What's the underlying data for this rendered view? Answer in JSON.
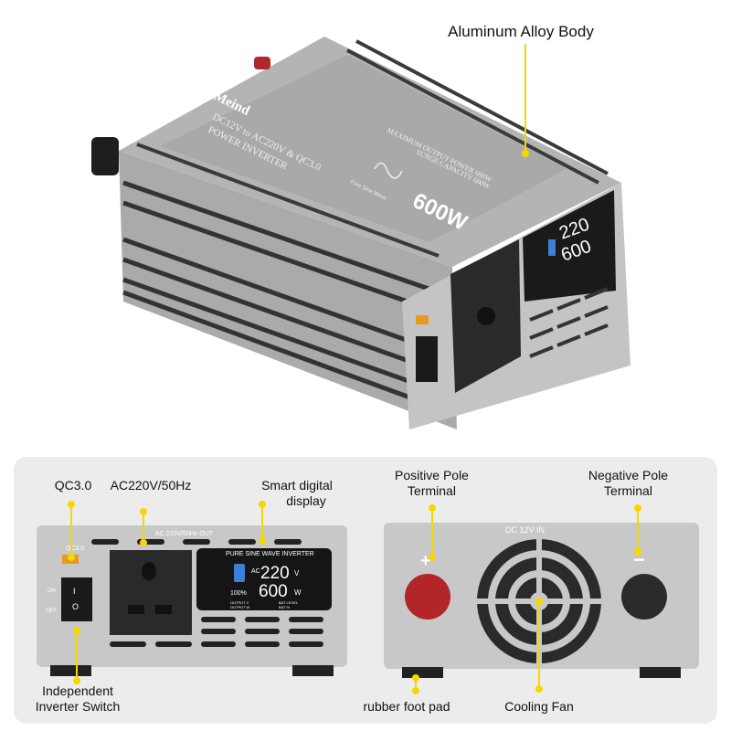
{
  "product": {
    "brand": "Meind",
    "title_line1": "DC12V to AC220V & QC3.0",
    "title_line2": "POWER INVERTER",
    "spec_line1": "MAXIMUM OUTPUT POWER 600W",
    "spec_line2": "SURGE CAPACITY 600W",
    "wave_label": "Pure Sine Wave",
    "power_rating": "600W",
    "ac_out_label": "AC 220V/50Hz OUT",
    "qc_port_label": "QC3.0",
    "switch_on": "ON",
    "switch_off": "OFF",
    "switch_i": "I",
    "switch_o": "O",
    "dc_in_label": "DC 12V IN",
    "plus": "+",
    "minus": "−"
  },
  "display": {
    "header": "PURE SINE WAVE INVERTER",
    "ac": "AC",
    "voltage": "220",
    "voltage_unit": "V",
    "power": "600",
    "power_unit": "W",
    "battery": "100%",
    "legend": [
      "OUTPUT V",
      "OUTPUT W",
      "BAT LEVEL",
      "BAT %"
    ]
  },
  "callouts": {
    "body": "Aluminum Alloy Body",
    "qc": "QC3.0",
    "ac": "AC220V/50Hz",
    "display_l1": "Smart digital",
    "display_l2": "display",
    "switch_l1": "Independent",
    "switch_l2": "Inverter Switch",
    "pos_l1": "Positive Pole",
    "pos_l2": "Terminal",
    "neg_l1": "Negative Pole",
    "neg_l2": "Terminal",
    "foot": "rubber foot pad",
    "fan": "Cooling Fan"
  },
  "colors": {
    "callout": "#f5d800",
    "body": "#b9b9b9",
    "dark": "#2a2a2a",
    "pos": "#b2262a",
    "neg": "#2b2b2b"
  }
}
